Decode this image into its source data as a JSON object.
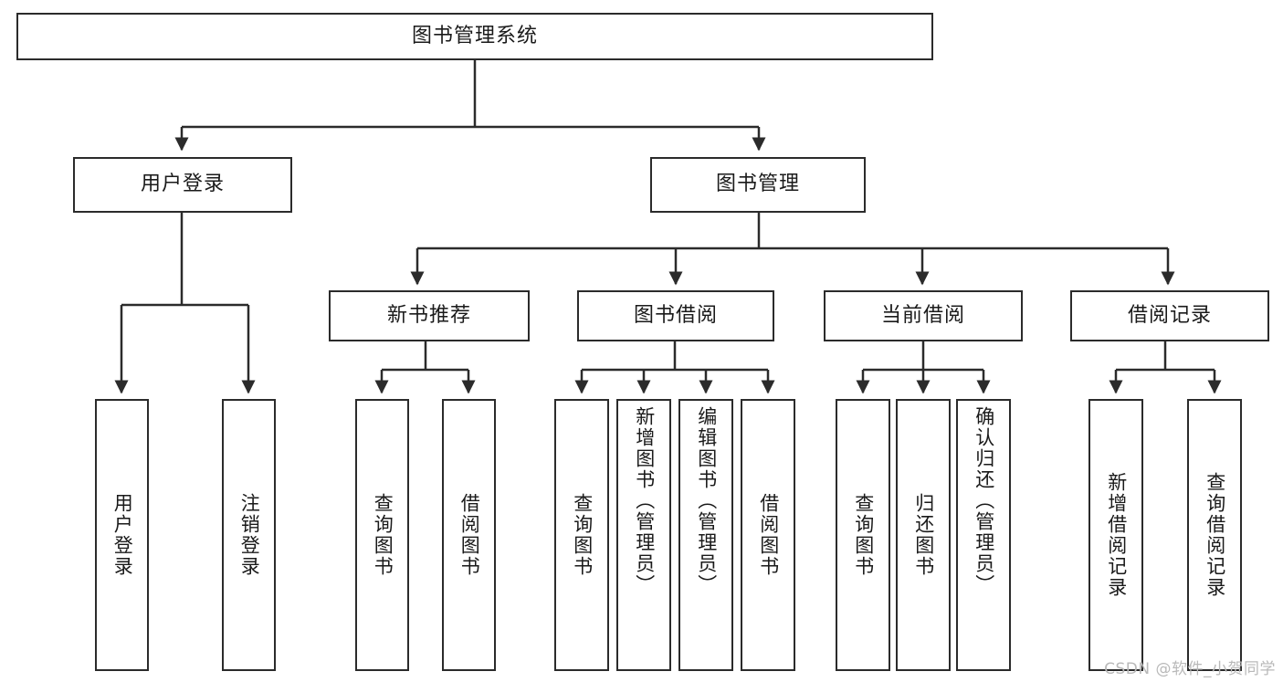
{
  "diagram": {
    "type": "tree-hierarchy-flowchart",
    "title": "图书管理系统",
    "orientation": "top-down",
    "stroke_color": "#2b2b2b",
    "fill_color": "#ffffff",
    "text_color": "#1a1a1a",
    "levels": [
      {
        "level": 1,
        "nodes": [
          {
            "id": "root",
            "label": "图书管理系统",
            "text_flow": "horizontal"
          }
        ]
      },
      {
        "level": 2,
        "nodes": [
          {
            "id": "login",
            "label": "用户登录",
            "text_flow": "horizontal",
            "parent": "root"
          },
          {
            "id": "bookmgmt",
            "label": "图书管理",
            "text_flow": "horizontal",
            "parent": "root"
          }
        ]
      },
      {
        "level": 3,
        "nodes": [
          {
            "id": "newbook",
            "label": "新书推荐",
            "text_flow": "horizontal",
            "parent": "bookmgmt"
          },
          {
            "id": "borrow",
            "label": "图书借阅",
            "text_flow": "horizontal",
            "parent": "bookmgmt"
          },
          {
            "id": "current",
            "label": "当前借阅",
            "text_flow": "horizontal",
            "parent": "bookmgmt"
          },
          {
            "id": "record",
            "label": "借阅记录",
            "text_flow": "horizontal",
            "parent": "bookmgmt"
          }
        ]
      },
      {
        "level": 4,
        "nodes": [
          {
            "id": "leaf1",
            "label": "用户登录",
            "text_flow": "vertical",
            "parent": "login"
          },
          {
            "id": "leaf2",
            "label": "注销登录",
            "text_flow": "vertical",
            "parent": "login"
          },
          {
            "id": "leaf3",
            "label": "查询图书",
            "text_flow": "vertical",
            "parent": "newbook"
          },
          {
            "id": "leaf4",
            "label": "借阅图书",
            "text_flow": "vertical",
            "parent": "newbook"
          },
          {
            "id": "leaf5",
            "label": "查询图书",
            "text_flow": "vertical",
            "parent": "borrow"
          },
          {
            "id": "leaf6",
            "label": "新增图书（管理员）",
            "text_flow": "vertical",
            "parent": "borrow"
          },
          {
            "id": "leaf7",
            "label": "编辑图书（管理员）",
            "text_flow": "vertical",
            "parent": "borrow"
          },
          {
            "id": "leaf8",
            "label": "借阅图书",
            "text_flow": "vertical",
            "parent": "borrow"
          },
          {
            "id": "leaf9",
            "label": "查询图书",
            "text_flow": "vertical",
            "parent": "current"
          },
          {
            "id": "leaf10",
            "label": "归还图书",
            "text_flow": "vertical",
            "parent": "current"
          },
          {
            "id": "leaf11",
            "label": "确认归还（管理员）",
            "text_flow": "vertical",
            "parent": "current"
          },
          {
            "id": "leaf12",
            "label": "新增借阅记录",
            "text_flow": "vertical",
            "parent": "record"
          },
          {
            "id": "leaf13",
            "label": "查询借阅记录",
            "text_flow": "vertical",
            "parent": "record"
          }
        ]
      }
    ]
  },
  "watermark": {
    "text": "CSDN @软件_小贺同学"
  }
}
